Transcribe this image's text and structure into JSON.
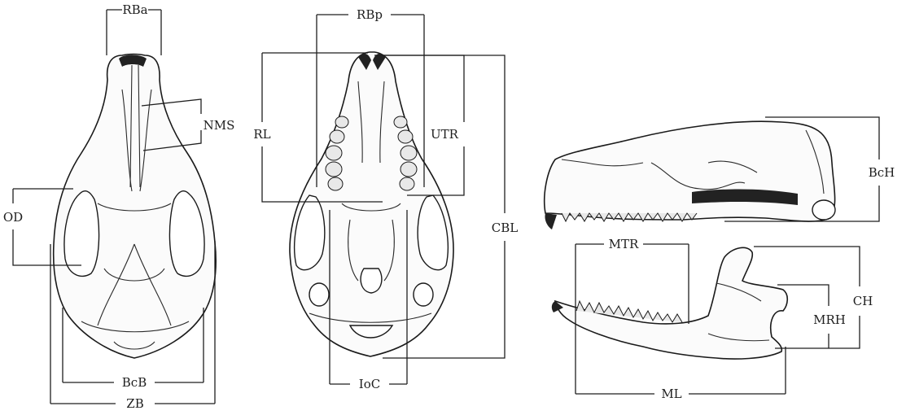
{
  "labels": {
    "rba": "RBa",
    "nms": "NMS",
    "od": "OD",
    "bcb": "BcB",
    "zb": "ZB",
    "rbp": "RBp",
    "rl": "RL",
    "utr": "UTR",
    "cbl": "CBL",
    "ioc": "IoC",
    "bch": "BcH",
    "mtr": "MTR",
    "mrh": "MRH",
    "ch": "CH",
    "ml": "ML"
  }
}
